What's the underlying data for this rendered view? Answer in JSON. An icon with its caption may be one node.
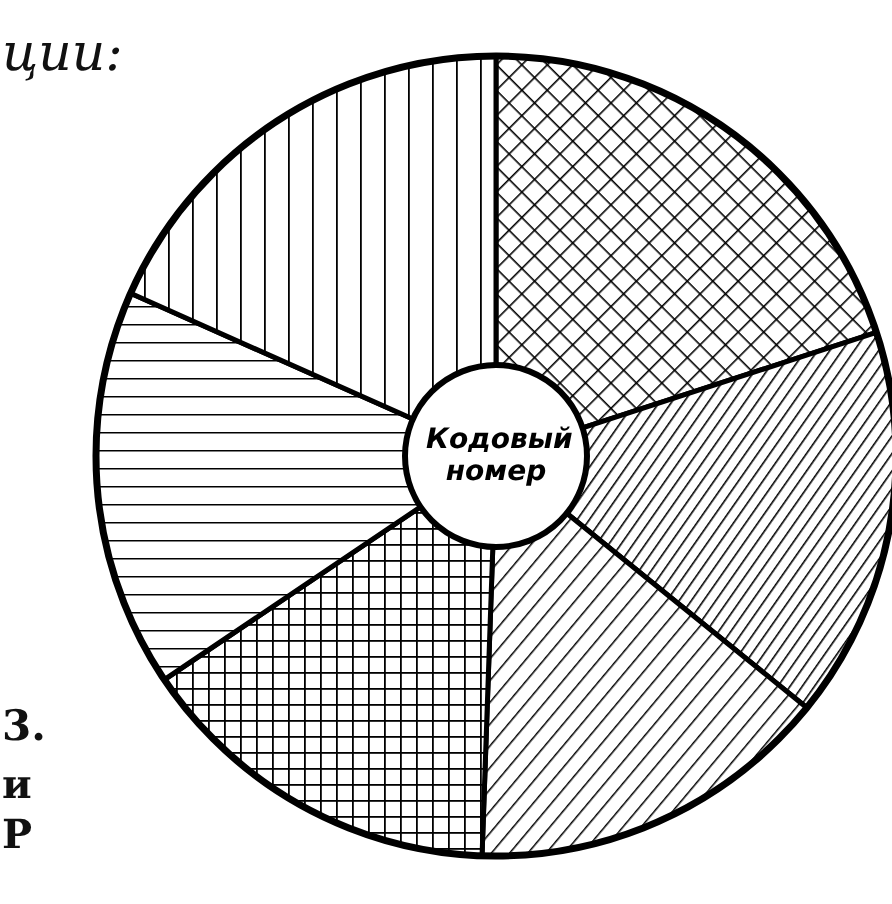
{
  "diagram": {
    "nodes": [
      {
        "text": [
          "Кодовый номер"
        ]
      }
    ],
    "labels": [
      "ции:",
      "3.",
      "и",
      "Р"
    ]
  }
}
